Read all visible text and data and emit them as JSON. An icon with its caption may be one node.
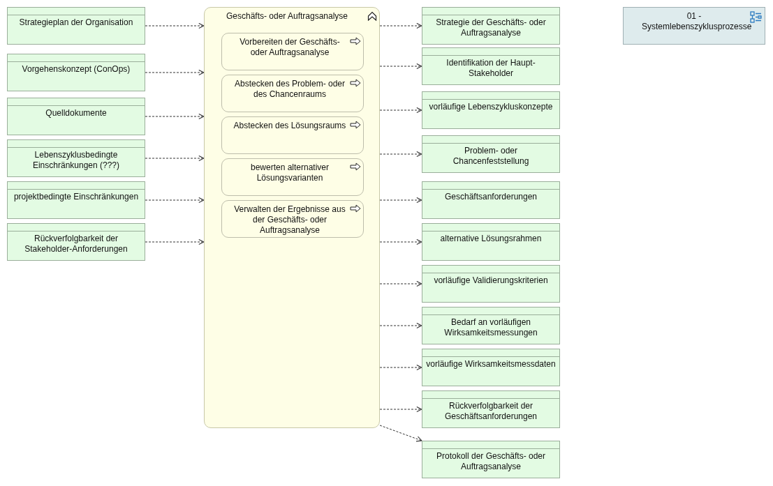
{
  "diagram": {
    "nodes": [
      {
        "text": [
          "Strategieplan der Organisation"
        ]
      },
      {
        "text": [
          "Vorgehenskonzept (ConOps)"
        ]
      },
      {
        "text": [
          "Quelldokumente"
        ]
      },
      {
        "text": [
          "Lebenszyklusbedingte Einschränkungen (???)"
        ]
      },
      {
        "text": [
          "projektbedingte Einschränkungen"
        ]
      },
      {
        "text": [
          "Rückverfolgbarkeit der Stakeholder-Anforderungen"
        ]
      },
      {
        "text": [
          "Geschäfts- oder Auftragsanalyse"
        ]
      },
      {
        "text": [
          "Vorbereiten der Geschäfts- oder Auftragsanalyse"
        ],
        "in": 6
      },
      {
        "text": [
          "Abstecken des Problem- oder des Chancenraums"
        ],
        "in": 6
      },
      {
        "text": [
          "Abstecken des Lösungsraums"
        ],
        "in": 6
      },
      {
        "text": [
          "bewerten alternativer Lösungsvarianten"
        ],
        "in": 6
      },
      {
        "text": [
          "Verwalten der Ergebnisse aus der Geschäfts- oder Auftragsanalyse"
        ],
        "in": 6
      },
      {
        "text": [
          "Strategie der Geschäfts- oder Auftragsanalyse"
        ]
      },
      {
        "text": [
          "Identifikation der Haupt-Stakeholder"
        ]
      },
      {
        "text": [
          "vorläufige Lebenszykluskonzepte"
        ]
      },
      {
        "text": [
          "Problem- oder Chancenfeststellung"
        ]
      },
      {
        "text": [
          "Geschäftsanforderungen"
        ]
      },
      {
        "text": [
          "alternative Lösungsrahmen"
        ]
      },
      {
        "text": [
          "vorläufige Validierungskriterien"
        ]
      },
      {
        "text": [
          "Bedarf an vorläufigen Wirksamkeitsmessungen"
        ]
      },
      {
        "text": [
          "vorläufige Wirksamkeitsmessdaten"
        ]
      },
      {
        "text": [
          "Rückverfolgbarkeit der Geschäftsanforderungen"
        ]
      },
      {
        "text": [
          "Protokoll der Geschäfts- oder Auftragsanalyse"
        ]
      },
      {
        "text": [
          "01 - Systemlebenszyklusprozesse"
        ]
      }
    ],
    "edges": [
      {
        "from": 0,
        "to": 6,
        "arrow": "to",
        "style": "dashed"
      },
      {
        "from": 1,
        "to": 6,
        "arrow": "to",
        "style": "dashed"
      },
      {
        "from": 2,
        "to": 6,
        "arrow": "to",
        "style": "dashed"
      },
      {
        "from": 3,
        "to": 6,
        "arrow": "to",
        "style": "dashed"
      },
      {
        "from": 4,
        "to": 6,
        "arrow": "to",
        "style": "dashed"
      },
      {
        "from": 5,
        "to": 6,
        "arrow": "to",
        "style": "dashed"
      },
      {
        "from": 6,
        "to": 12,
        "arrow": "to",
        "style": "dashed"
      },
      {
        "from": 6,
        "to": 13,
        "arrow": "to",
        "style": "dashed"
      },
      {
        "from": 6,
        "to": 14,
        "arrow": "to",
        "style": "dashed"
      },
      {
        "from": 6,
        "to": 15,
        "arrow": "to",
        "style": "dashed"
      },
      {
        "from": 6,
        "to": 16,
        "arrow": "to",
        "style": "dashed"
      },
      {
        "from": 6,
        "to": 17,
        "arrow": "to",
        "style": "dashed"
      },
      {
        "from": 6,
        "to": 18,
        "arrow": "to",
        "style": "dashed"
      },
      {
        "from": 6,
        "to": 19,
        "arrow": "to",
        "style": "dashed"
      },
      {
        "from": 6,
        "to": 20,
        "arrow": "to",
        "style": "dashed"
      },
      {
        "from": 6,
        "to": 21,
        "arrow": "to",
        "style": "dashed"
      },
      {
        "from": 6,
        "to": 22,
        "arrow": "to",
        "style": "dashed"
      }
    ]
  }
}
